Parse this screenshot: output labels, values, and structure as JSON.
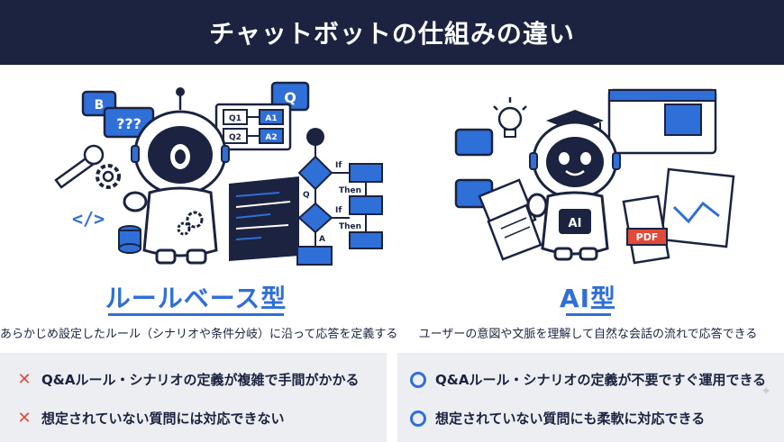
{
  "header": {
    "title": "チャットボットの仕組みの違い"
  },
  "left": {
    "title": "ルールベース型",
    "description": "あらかじめ設定したルール（シナリオや条件分岐）に沿って応答を定義する",
    "cons": [
      "Q&Aルール・シナリオの定義が複雑で手間がかかる",
      "想定されていない質問には対応できない"
    ],
    "illustration": {
      "bubble_b": "B",
      "bubble_q": "???",
      "bubble_Q": "Q",
      "q1": "Q1",
      "a1": "A1",
      "q2": "Q2",
      "a2": "A2",
      "flow_if1": "If",
      "flow_q": "Q",
      "flow_then1": "Then",
      "flow_if2": "If",
      "flow_a": "A",
      "flow_then2": "Then",
      "code_tag": "</>"
    }
  },
  "right": {
    "title": "AI型",
    "description": "ユーザーの意図や文脈を理解して自然な会話の流れで応答できる",
    "pros": [
      "Q&Aルール・シナリオの定義が不要ですぐ運用できる",
      "想定されていない質問にも柔軟に対応できる"
    ],
    "illustration": {
      "robot_label": "AI",
      "pdf_label": "PDF"
    }
  },
  "colors": {
    "navy": "#1b2340",
    "blue": "#2f6fd8",
    "red": "#e04a3a",
    "panel": "#eceef2"
  }
}
